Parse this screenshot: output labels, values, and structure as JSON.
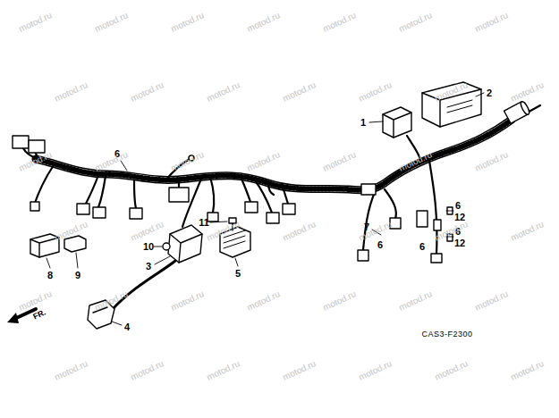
{
  "diagram": {
    "labels": [
      "1",
      "2",
      "6",
      "6",
      "12",
      "6",
      "12",
      "6",
      "7",
      "6",
      "11",
      "10",
      "3",
      "5",
      "8",
      "9",
      "4",
      "FR.",
      "CAS3-F2300",
      "motod.ru",
      "motod.ru",
      "motod.ru",
      "motod.ru",
      "motod.ru",
      "motod.ru",
      "motod.ru",
      "motod.ru",
      "motod.ru",
      "motod.ru",
      "motod.ru",
      "motod.ru",
      "motod.ru",
      "motod.ru",
      "motod.ru",
      "motod.ru",
      "motod.ru",
      "motod.ru",
      "motod.ru",
      "motod.ru",
      "motod.ru",
      "motod.ru",
      "motod.ru",
      "motod.ru",
      "motod.ru",
      "motod.ru",
      "motod.ru",
      "motod.ru",
      "motod.ru",
      "motod.ru",
      "motod.ru",
      "motod.ru",
      "motod.ru",
      "motod.ru",
      "motod.ru",
      "motod.ru",
      "motod.ru",
      "motod.ru",
      "motod.ru",
      "motod.ru",
      "motod.ru",
      "motod.ru"
    ]
  }
}
